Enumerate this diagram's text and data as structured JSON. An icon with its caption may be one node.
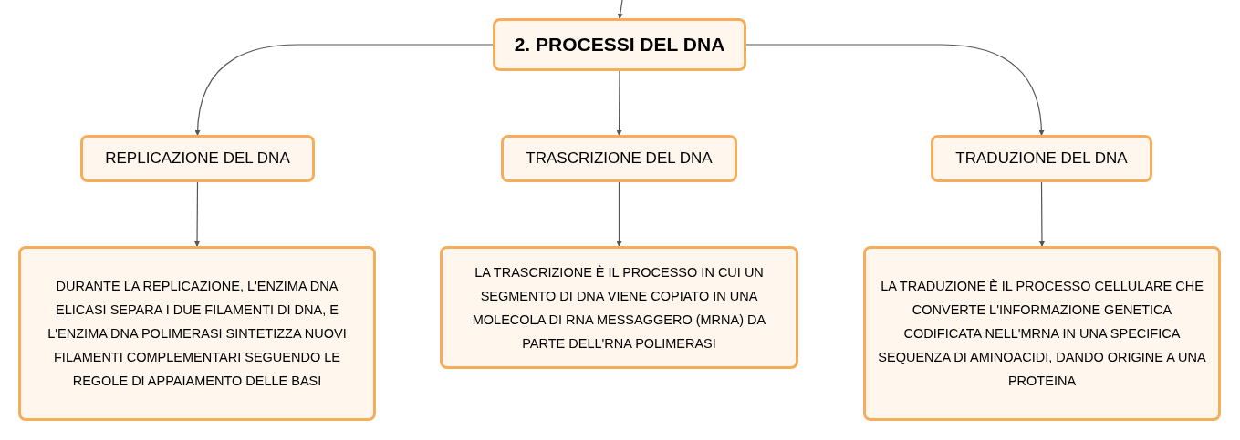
{
  "diagram": {
    "nodes": [
      {
        "text": [
          "2. PROCESSI DEL DNA"
        ]
      },
      {
        "text": [
          "REPLICAZIONE DEL DNA"
        ]
      },
      {
        "text": [
          "TRASCRIZIONE DEL DNA"
        ]
      },
      {
        "text": [
          "TRADUZIONE DEL DNA"
        ]
      },
      {
        "text": [
          "DURANTE LA REPLICAZIONE, L'ENZIMA DNA ELICASI SEPARA I DUE FILAMENTI DI DNA, E L'ENZIMA DNA POLIMERASI SINTETIZZA NUOVI FILAMENTI COMPLEMENTARI SEGUENDO LE REGOLE DI APPAIAMENTO DELLE BASI"
        ]
      },
      {
        "text": [
          "LA TRASCRIZIONE È IL PROCESSO IN CUI UN SEGMENTO DI DNA VIENE COPIATO IN UNA MOLECOLA DI RNA MESSAGGERO (MRNA) DA PARTE DELL'RNA POLIMERASI"
        ]
      },
      {
        "text": [
          "LA TRADUZIONE È IL PROCESSO CELLULARE CHE CONVERTE L'INFORMAZIONE GENETICA CODIFICATA NELL'MRNA IN UNA SPECIFICA SEQUENZA DI AMINOACIDI, DANDO ORIGINE A UNA PROTEINA"
        ]
      }
    ],
    "edges": [
      {
        "from": null,
        "to": 0,
        "arrow": "to"
      },
      {
        "from": 0,
        "to": 1,
        "arrow": "to"
      },
      {
        "from": 0,
        "to": 2,
        "arrow": "to"
      },
      {
        "from": 0,
        "to": 3,
        "arrow": "to"
      },
      {
        "from": 1,
        "to": 4,
        "arrow": "to"
      },
      {
        "from": 2,
        "to": 5,
        "arrow": "to"
      },
      {
        "from": 3,
        "to": 6,
        "arrow": "to"
      }
    ]
  }
}
